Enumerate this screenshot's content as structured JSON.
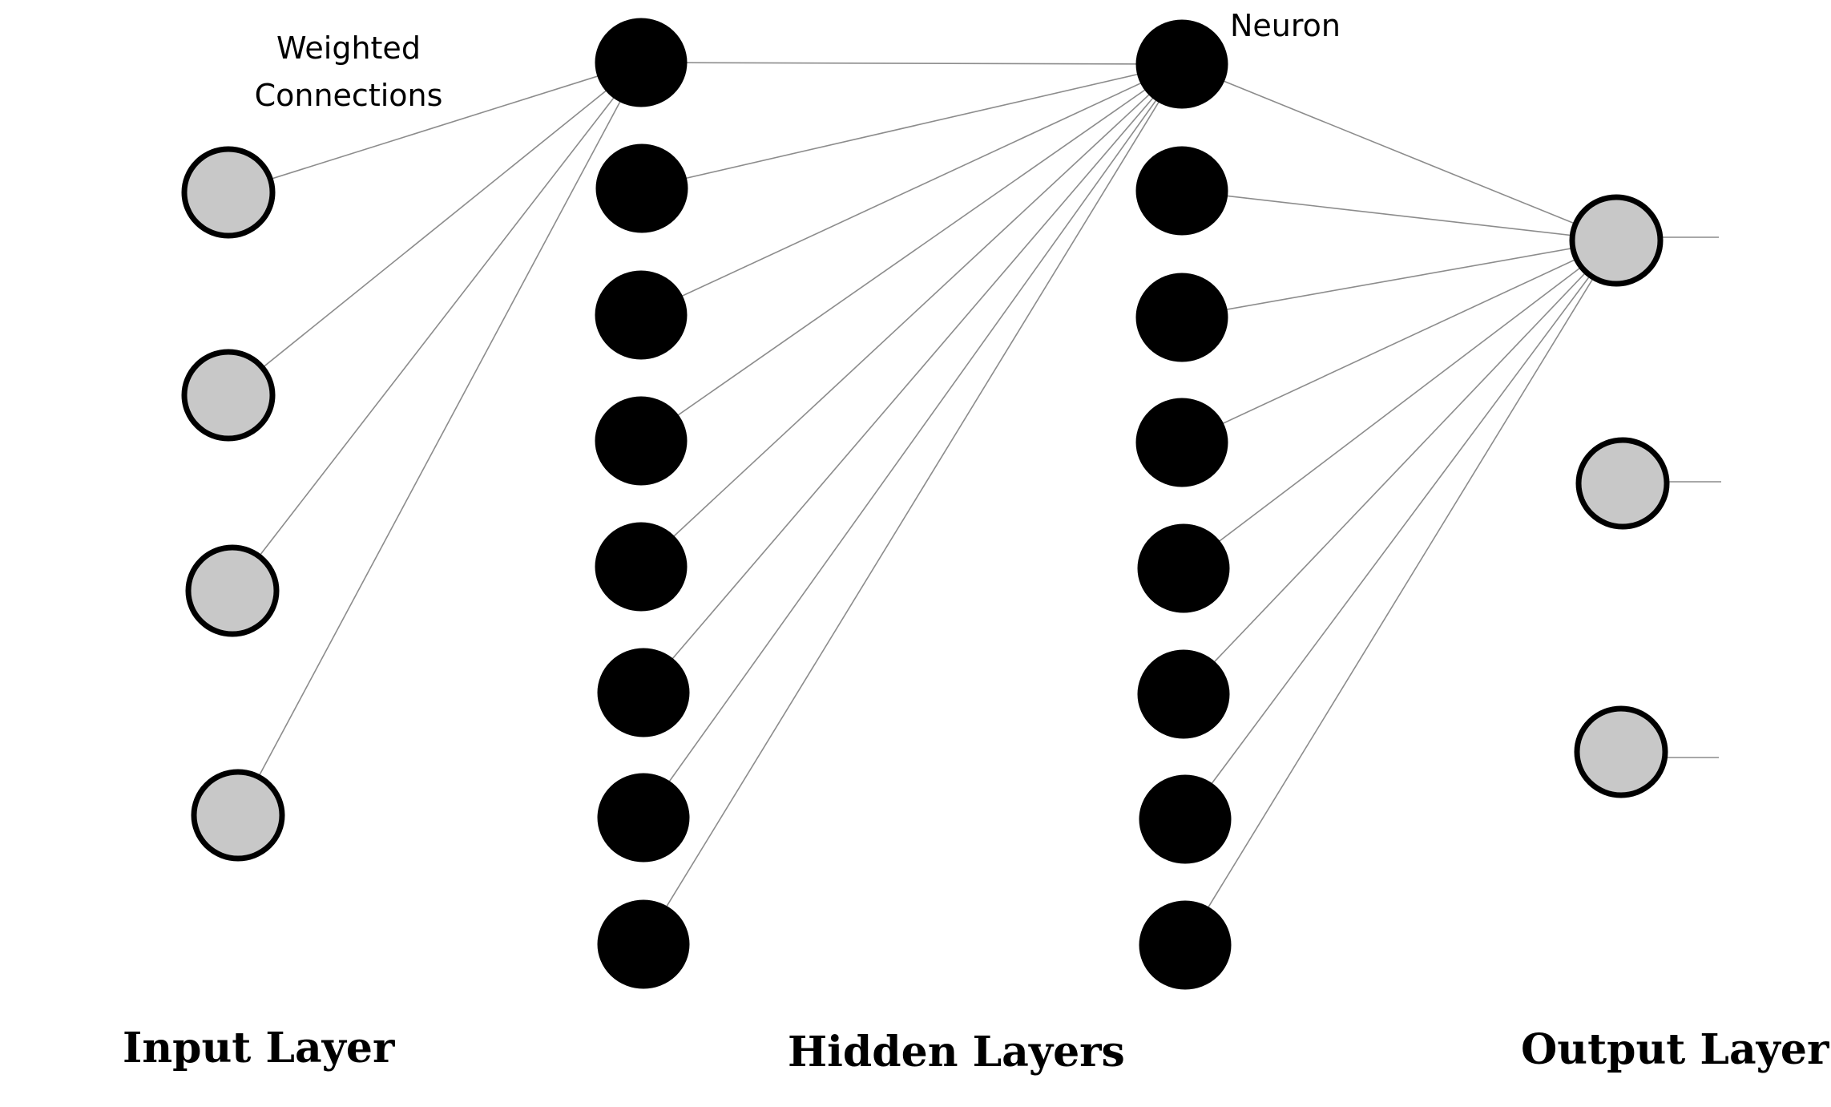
{
  "colors": {
    "background": "#ffffff",
    "connection": "#8c8c8c",
    "input_output_fill": "#c8c8c8",
    "node_outline": "#000000",
    "hidden_fill": "#000000"
  },
  "annotations": {
    "weighted_line1": "Weighted",
    "weighted_line2": "Connections",
    "neuron": "Neuron"
  },
  "labels": {
    "input_layer": "Input Layer",
    "hidden_layers": "Hidden Layers",
    "output_layer": "Output Layer"
  },
  "network": {
    "input_nodes": 4,
    "hidden_layer_1_nodes": 8,
    "hidden_layer_2_nodes": 8,
    "output_nodes": 3
  }
}
